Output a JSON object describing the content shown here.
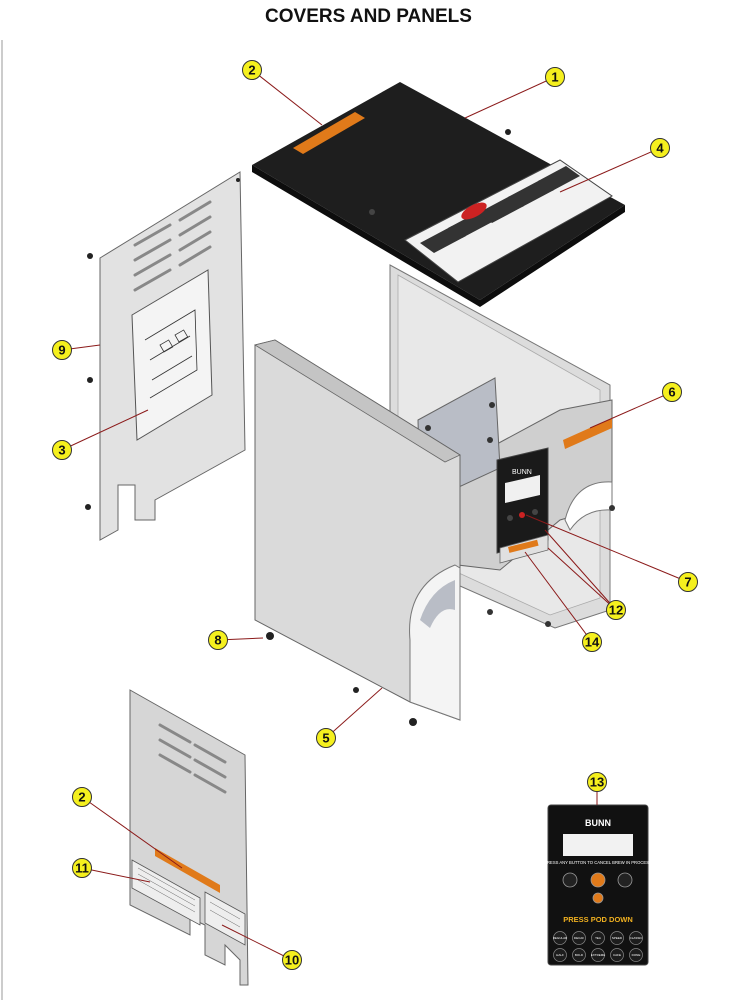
{
  "title": "COVERS AND PANELS",
  "brand": "BUNN",
  "display": {
    "instruction": "PRESS ANY BUTTON TO CANCEL BREW IN PROCESS",
    "press_pod_down": "PRESS POD DOWN",
    "buttons": [
      "REGULAR",
      "DECAF",
      "TEA",
      "SPEED",
      "CLASSIC",
      "HALF",
      "BOLD",
      "EXTREME",
      "CAFE",
      "DONE"
    ]
  },
  "callouts": [
    {
      "id": "c1",
      "label": "1"
    },
    {
      "id": "c2a",
      "label": "2"
    },
    {
      "id": "c2b",
      "label": "2"
    },
    {
      "id": "c3",
      "label": "3"
    },
    {
      "id": "c4",
      "label": "4"
    },
    {
      "id": "c5",
      "label": "5"
    },
    {
      "id": "c6",
      "label": "6"
    },
    {
      "id": "c7",
      "label": "7"
    },
    {
      "id": "c8",
      "label": "8"
    },
    {
      "id": "c9",
      "label": "9"
    },
    {
      "id": "c10",
      "label": "10"
    },
    {
      "id": "c11",
      "label": "11"
    },
    {
      "id": "c12",
      "label": "12"
    },
    {
      "id": "c13",
      "label": "13"
    },
    {
      "id": "c14",
      "label": "14"
    }
  ],
  "colors": {
    "callout_fill": "#f5f01e",
    "leader_line": "#8b1a1a",
    "panel_gray": "#d9d9d9",
    "top_cover": "#1e1e1e",
    "label_orange": "#e07a1a"
  }
}
